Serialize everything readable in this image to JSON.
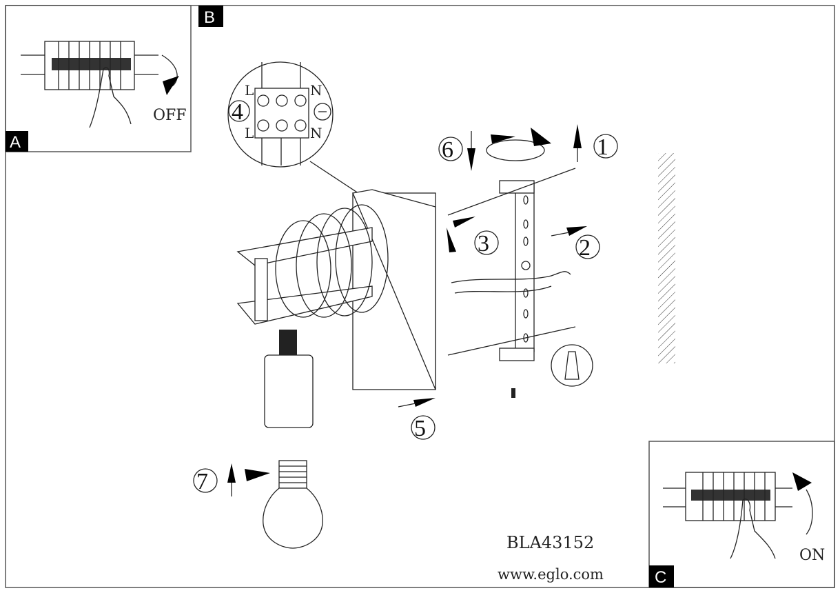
{
  "panels": {
    "a": {
      "label": "A",
      "action": "OFF"
    },
    "b": {
      "label": "B"
    },
    "c": {
      "label": "C",
      "action": "ON"
    }
  },
  "steps": [
    "1",
    "2",
    "3",
    "4",
    "5",
    "6",
    "7"
  ],
  "terminal": {
    "top_left": "L",
    "top_right": "N",
    "bottom_left": "L",
    "bottom_right": "N"
  },
  "footer": {
    "model": "BLA43152",
    "website": "www.eglo.com"
  }
}
